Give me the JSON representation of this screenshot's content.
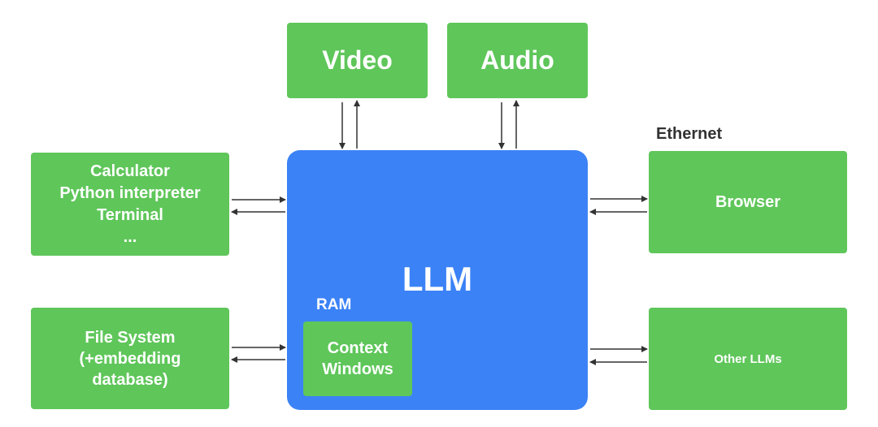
{
  "nodes": {
    "video": "Video",
    "audio": "Audio",
    "tools": [
      "Calculator",
      "Python interpreter",
      "Terminal",
      "..."
    ],
    "file_system": [
      "File System",
      "(+embedding",
      "database)"
    ],
    "browser": "Browser",
    "other_llms": "Other LLMs",
    "llm": "LLM",
    "context_windows": [
      "Context",
      "Windows"
    ]
  },
  "labels": {
    "ram": "RAM",
    "ethernet": "Ethernet"
  },
  "colors": {
    "box_green": "#5fc65a",
    "llm_blue": "#3b82f6",
    "arrow": "#333333"
  }
}
